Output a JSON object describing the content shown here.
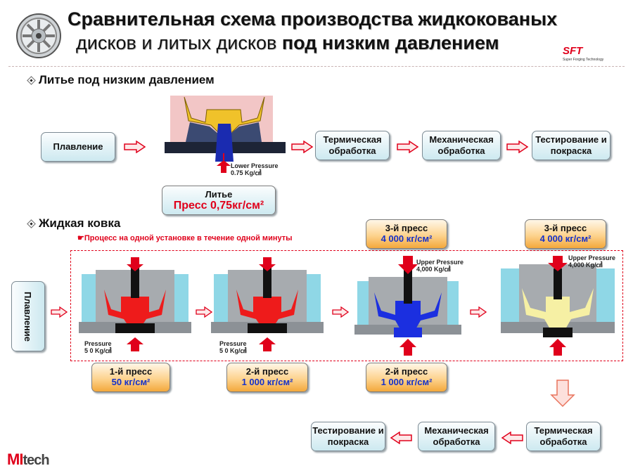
{
  "title": {
    "line1": "Сравнительная схема производства жидкокованых",
    "line2_regular": "дисков и литых дисков",
    "line2_bold": "под низким давлением"
  },
  "logos": {
    "sft": "SFT",
    "sft_tagline": "Super Forging Technology",
    "mitech_mi": "MI",
    "mitech_tech": "tech"
  },
  "section_casting": {
    "heading": "Литье под низким давлением",
    "steps": [
      "Плавление",
      "Термическая обработка",
      "Механическая обработка",
      "Тестирование и покраска"
    ],
    "diagram_label": "Lower Pressure\n0.75 Kg/㎠",
    "press_box": {
      "label": "Литье",
      "value": "Пресс 0,75кг/см²"
    }
  },
  "section_forging": {
    "heading": "Жидкая ковка",
    "note": "☛Процесс на одной установке в течение одной минуты",
    "melt": "Плавление",
    "molds": [
      {
        "pressure_label": "Pressure\n5 0 Kg/㎠",
        "fill": "red"
      },
      {
        "pressure_label": "Pressure\n5 0 Kg/㎠",
        "fill": "red"
      },
      {
        "pressure_label": "Upper Pressure\n4,000 Kg/㎠",
        "fill": "blue"
      },
      {
        "pressure_label": "Upper Pressure\n4,000 Kg/㎠",
        "fill": "yellow"
      }
    ],
    "press_top": [
      {
        "label": "3-й пресс",
        "value": "4 000 кг/см²"
      },
      {
        "label": "3-й пресс",
        "value": "4 000 кг/см²"
      }
    ],
    "press_bottom": [
      {
        "label": "1-й пресс",
        "value": "50 кг/см²"
      },
      {
        "label": "2-й пресс",
        "value": "1 000 кг/см²"
      },
      {
        "label": "2-й пресс",
        "value": "1 000 кг/см²"
      }
    ],
    "final_steps": [
      "Термическая обработка",
      "Механическая обработка",
      "Тестирование и покраска"
    ]
  },
  "colors": {
    "accent_red": "#e0001b",
    "value_blue": "#1531c9",
    "box_fill": "#cde9f0",
    "press_orange": "#f3a83c"
  }
}
